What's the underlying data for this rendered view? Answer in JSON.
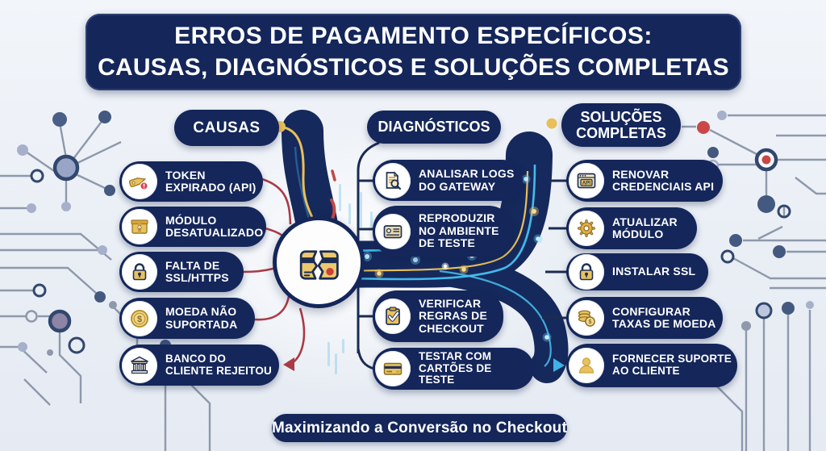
{
  "title": {
    "line1": "ERROS DE PAGAMENTO ESPECÍFICOS:",
    "line2": "CAUSAS, DIAGNÓSTICOS E SOLUÇÕES COMPLETAS"
  },
  "causes": {
    "header": "CAUSAS",
    "items": [
      {
        "label": "TOKEN EXPIRADO (API)",
        "icon": "price-tag-alert-icon"
      },
      {
        "label": "MÓDULO DESATUALIZADO",
        "icon": "package-box-icon"
      },
      {
        "label": "FALTA DE SSL/HTTPS",
        "icon": "padlock-icon"
      },
      {
        "label": "MOEDA NÃO SUPORTADA",
        "icon": "coin-dollar-icon"
      },
      {
        "label": "BANCO DO CLIENTE REJEITOU",
        "icon": "bank-icon"
      }
    ]
  },
  "diagnostics": {
    "header": "DIAGNÓSTICOS",
    "items": [
      {
        "label": "ANALISAR LOGS DO GATEWAY",
        "icon": "document-search-icon"
      },
      {
        "label": "REPRODUZIR NO AMBIENTE DE TESTE",
        "icon": "id-card-icon"
      },
      {
        "label": "VERIFICAR REGRAS DE CHECKOUT",
        "icon": "clipboard-check-icon"
      },
      {
        "label": "TESTAR COM CARTÕES DE TESTE",
        "icon": "credit-card-icon"
      }
    ]
  },
  "solutions": {
    "header": "SOLUÇÕES COMPLETAS",
    "items": [
      {
        "label": "RENOVAR CREDENCIAIS API",
        "icon": "api-window-icon"
      },
      {
        "label": "ATUALIZAR MÓDULO",
        "icon": "gear-icon"
      },
      {
        "label": "INSTALAR SSL",
        "icon": "padlock-icon"
      },
      {
        "label": "CONFIGURAR TAXAS DE MOEDA",
        "icon": "coin-stack-icon"
      },
      {
        "label": "FORNECER SUPORTE AO CLIENTE",
        "icon": "customer-support-icon"
      }
    ]
  },
  "center": {
    "icon": "broken-credit-card-icon"
  },
  "footer": {
    "label": "Maximizando a Conversão no Checkout"
  },
  "colors": {
    "navy": "#14265a",
    "gold": "#e3b44a",
    "red": "#ab3a47",
    "cyan": "#45c2f0",
    "background": "#ecf1f7"
  }
}
